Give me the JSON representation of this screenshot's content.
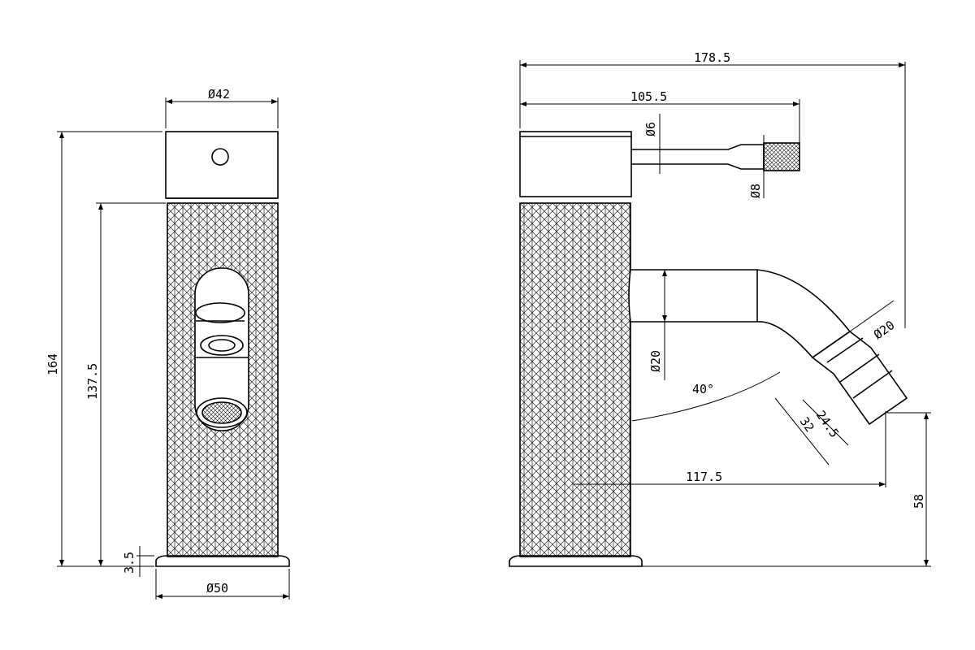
{
  "drawing": {
    "front_view": {
      "head_diameter": "Ø42",
      "total_height": "164",
      "body_height": "137.5",
      "base_thickness": "3.5",
      "base_diameter": "Ø50"
    },
    "side_view": {
      "overall_length": "178.5",
      "handle_length": "105.5",
      "handle_diameter": "Ø6",
      "knob_diameter": "Ø8",
      "spout_diameter": "Ø20",
      "angle": "40°",
      "nozzle_diameter": "Ø20",
      "nozzle_length_a": "24.5",
      "nozzle_length_b": "32",
      "spout_reach": "117.5",
      "outlet_height": "58"
    },
    "colors": {
      "line": "#000000",
      "background": "#ffffff",
      "texture": "#333333"
    }
  }
}
